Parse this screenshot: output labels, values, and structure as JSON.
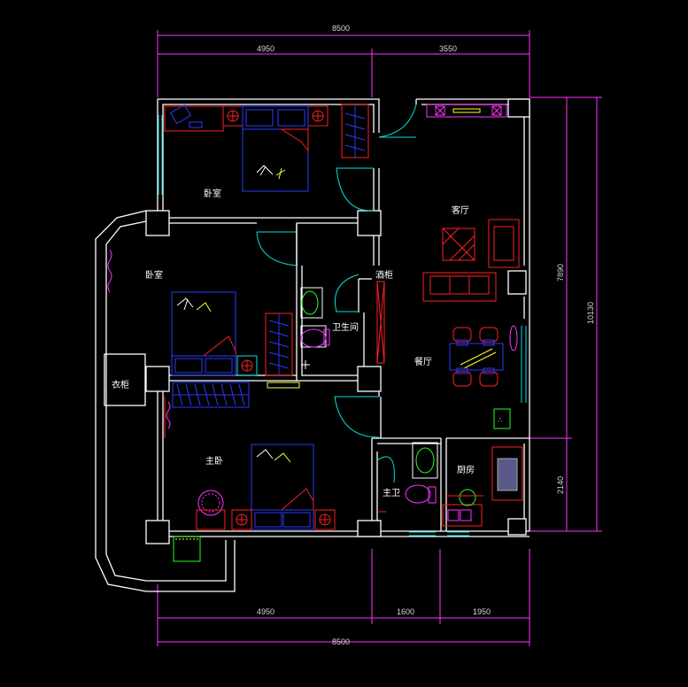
{
  "colors": {
    "background": "#000000",
    "wall": "#ffffff",
    "dimension": "#ff33ff",
    "furniture_red": "#ff2020",
    "furniture_blue": "#2a3aff",
    "fixture_green": "#22ff22",
    "fixture_magenta": "#ff33ff",
    "window": "#00e5e5",
    "door_arc": "#00e5e5",
    "accent_yellow": "#ffff33"
  },
  "dimensions": {
    "top_total": "8500",
    "top_left": "4950",
    "top_right": "3550",
    "right_upper": "7890",
    "right_total": "10130",
    "right_lower": "2140",
    "bottom_left": "4950",
    "bottom_mid": "1600",
    "bottom_right": "1950",
    "bottom_total": "8500"
  },
  "rooms": {
    "bedroom_top": "卧室",
    "bedroom_left": "卧室",
    "living_room": "客厅",
    "wine_cabinet": "酒柜",
    "bathroom": "卫生间",
    "dining_room": "餐厅",
    "wardrobe": "衣柜",
    "master_bedroom": "主卧",
    "master_bath": "主卫",
    "kitchen": "厨房"
  }
}
